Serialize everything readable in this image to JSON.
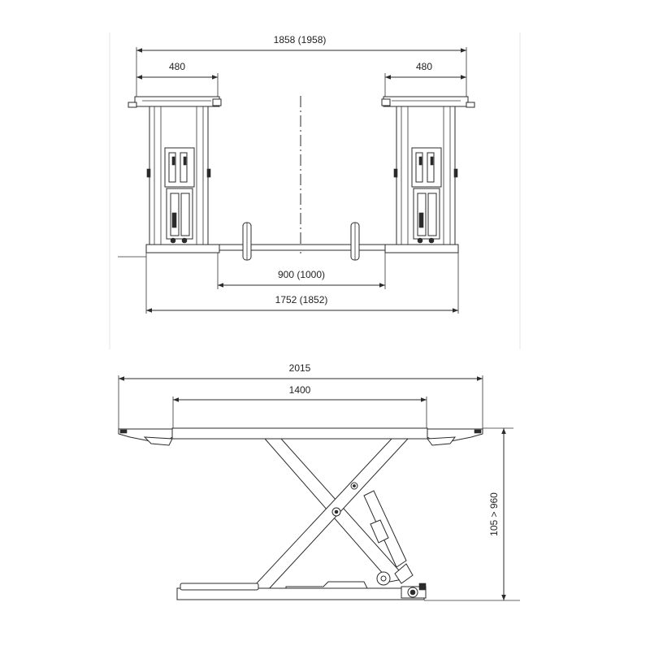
{
  "front_view": {
    "overall_width": "1858 (1958)",
    "platform_width_left": "480",
    "platform_width_right": "480",
    "inner_gap": "900 (1000)",
    "base_width": "1752 (1852)"
  },
  "side_view": {
    "overall_length": "2015",
    "platform_length": "1400",
    "height_range": "105 > 960"
  }
}
